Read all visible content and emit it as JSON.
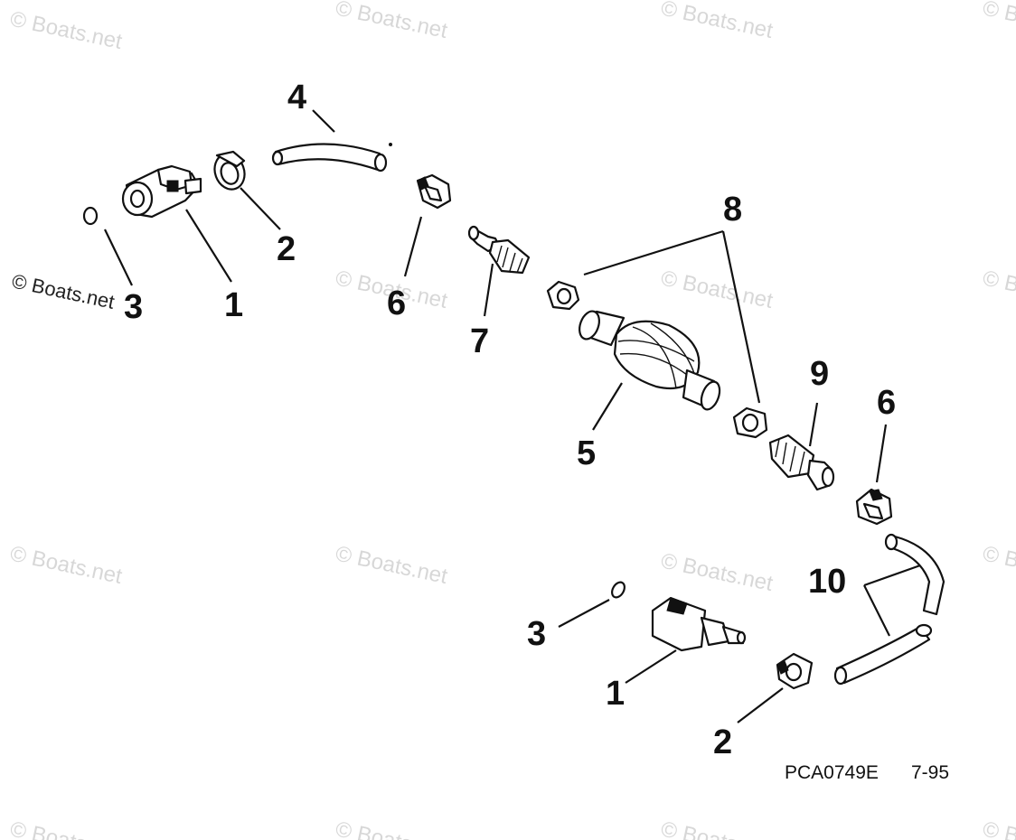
{
  "watermark": "© Boats.net",
  "callouts": {
    "top_3": "3",
    "top_1": "1",
    "top_2": "2",
    "top_4": "4",
    "top_6": "6",
    "top_7": "7",
    "p8": "8",
    "p5": "5",
    "p9": "9",
    "right_6": "6",
    "p10": "10",
    "bottom_3": "3",
    "bottom_1": "1",
    "bottom_2": "2"
  },
  "drawing_code": "PCA0749E",
  "drawing_date": "7-95"
}
